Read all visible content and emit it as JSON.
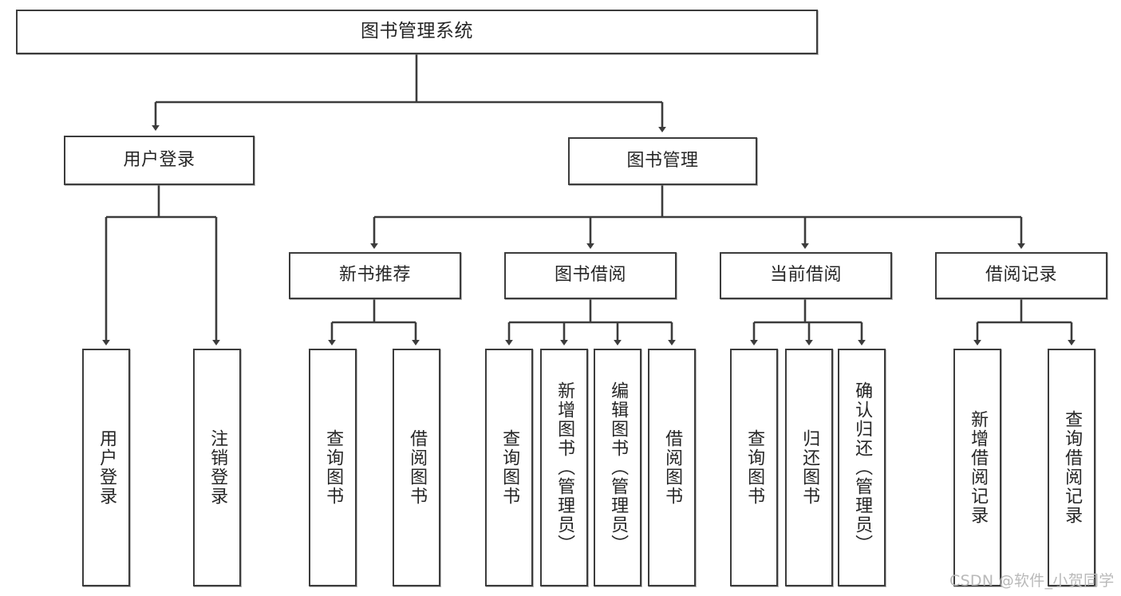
{
  "diagram": {
    "title": "图书管理系统",
    "type": "tree-hierarchy",
    "orientation": "top-down",
    "colors": {
      "box_border": "#3c3c3c",
      "box_fill": "#ffffff",
      "edge": "#3c3c3c",
      "text": "#262626",
      "watermark": "#b9b9b9",
      "background": "#ffffff"
    }
  },
  "watermark": {
    "text": "CSDN @软件_小贺同学"
  },
  "nodes": {
    "root": {
      "label": "图书管理系统"
    },
    "level2": [
      {
        "id": "user-login",
        "label": "用户登录"
      },
      {
        "id": "book-manage",
        "label": "图书管理"
      }
    ],
    "level3": [
      {
        "id": "new-book-recommend",
        "label": "新书推荐"
      },
      {
        "id": "book-borrow",
        "label": "图书借阅"
      },
      {
        "id": "current-borrow",
        "label": "当前借阅"
      },
      {
        "id": "borrow-record",
        "label": "借阅记录"
      }
    ],
    "leaves": {
      "user-login": [
        {
          "id": "leaf-user-login",
          "label": "用户登录"
        },
        {
          "id": "leaf-logout-login",
          "label": "注销登录"
        }
      ],
      "new-book-recommend": [
        {
          "id": "leaf-query-book-1",
          "label": "查询图书"
        },
        {
          "id": "leaf-borrow-book-1",
          "label": "借阅图书"
        }
      ],
      "book-borrow": [
        {
          "id": "leaf-query-book-2",
          "label": "查询图书"
        },
        {
          "id": "leaf-add-book-admin",
          "label": "新增图书（管理员）"
        },
        {
          "id": "leaf-edit-book-admin",
          "label": "编辑图书（管理员）"
        },
        {
          "id": "leaf-borrow-book-2",
          "label": "借阅图书"
        }
      ],
      "current-borrow": [
        {
          "id": "leaf-query-book-3",
          "label": "查询图书"
        },
        {
          "id": "leaf-return-book",
          "label": "归还图书"
        },
        {
          "id": "leaf-confirm-return-admin",
          "label": "确认归还（管理员）"
        }
      ],
      "borrow-record": [
        {
          "id": "leaf-add-borrow-record",
          "label": "新增借阅记录"
        },
        {
          "id": "leaf-query-borrow-record",
          "label": "查询借阅记录"
        }
      ]
    }
  }
}
